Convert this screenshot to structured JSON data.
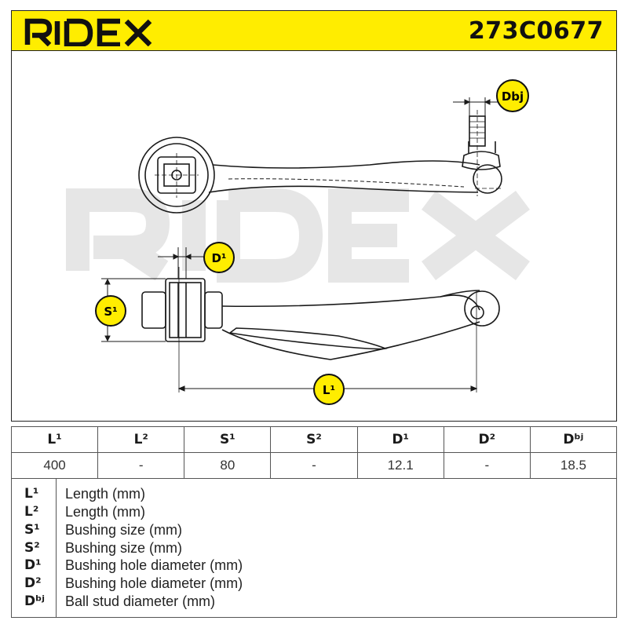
{
  "brand": {
    "logo_text": "RIDEX",
    "part_number": "273C0677",
    "accent_color": "#ffed00",
    "watermark_text": "RIDEX"
  },
  "drawing": {
    "dimension_labels": {
      "Dbj": "Dbj",
      "D1": "D¹",
      "S1": "S¹",
      "L1": "L¹"
    }
  },
  "table": {
    "headers": [
      "L¹",
      "L²",
      "S¹",
      "S²",
      "D¹",
      "D²",
      "Dᵇʲ"
    ],
    "values": [
      "400",
      "-",
      "80",
      "-",
      "12.1",
      "-",
      "18.5"
    ]
  },
  "legend": [
    {
      "symbol": "L¹",
      "description": "Length (mm)"
    },
    {
      "symbol": "L²",
      "description": "Length (mm)"
    },
    {
      "symbol": "S¹",
      "description": "Bushing size (mm)"
    },
    {
      "symbol": "S²",
      "description": "Bushing size (mm)"
    },
    {
      "symbol": "D¹",
      "description": "Bushing hole diameter (mm)"
    },
    {
      "symbol": "D²",
      "description": "Bushing hole diameter (mm)"
    },
    {
      "symbol": "Dᵇʲ",
      "description": "Ball stud diameter (mm)"
    }
  ]
}
